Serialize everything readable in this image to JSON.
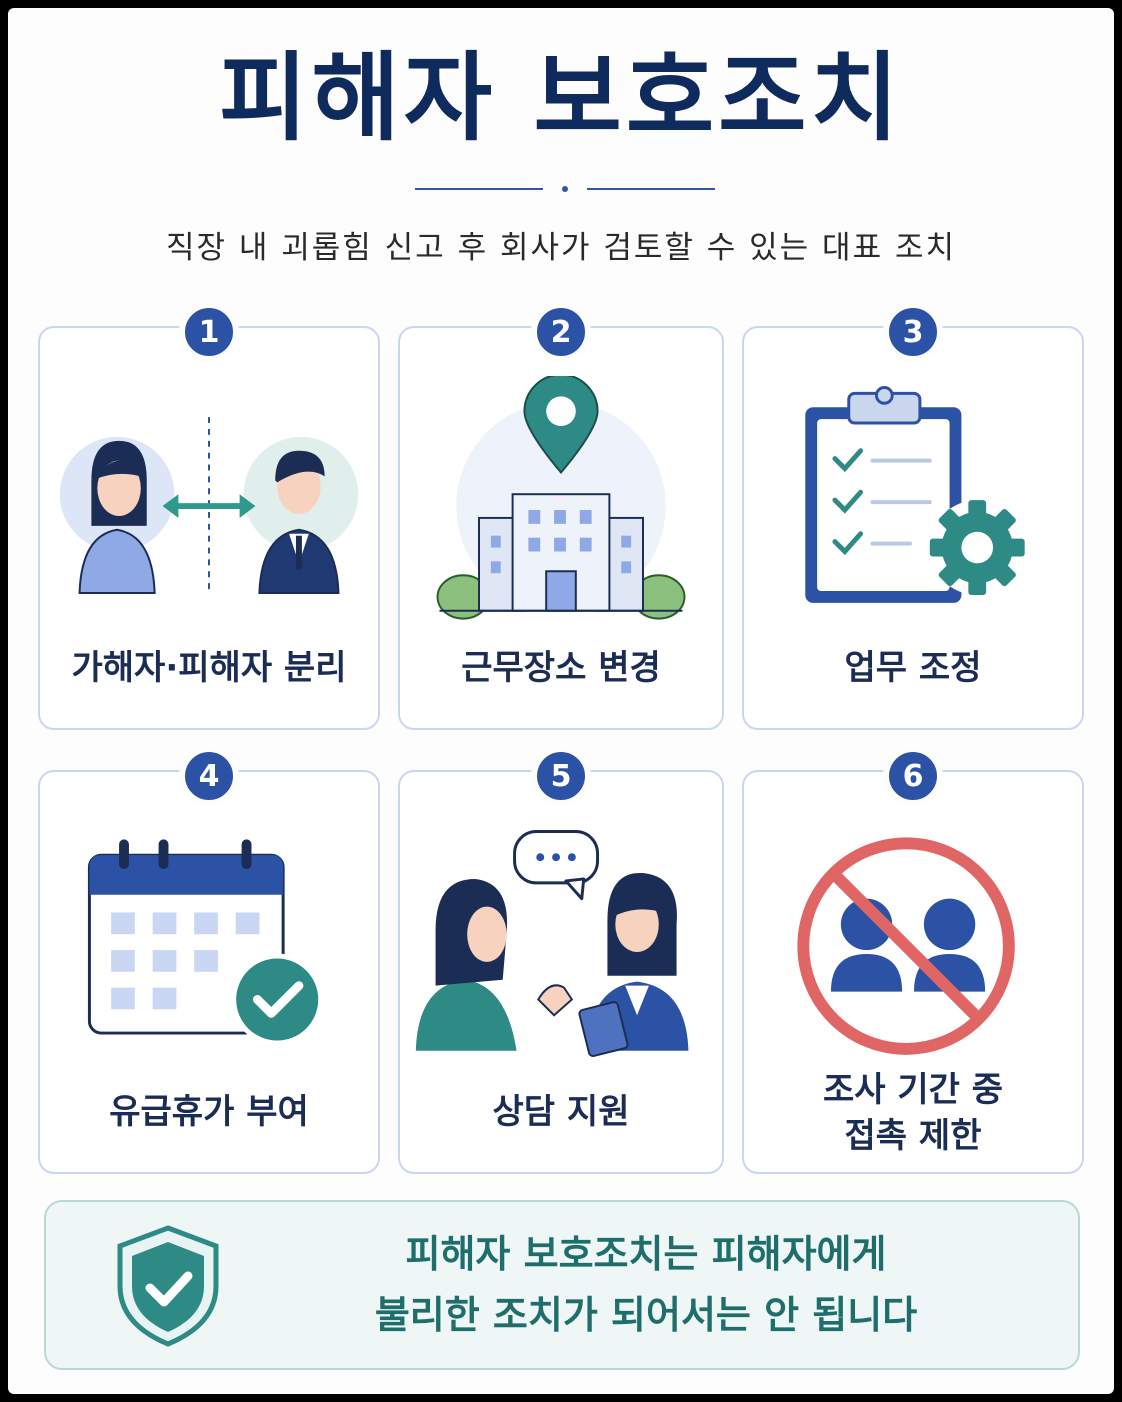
{
  "title": "피해자 보호조치",
  "subtitle": "직장 내 괴롭힘 신고 후 회사가 검토할 수 있는 대표 조치",
  "cards": [
    {
      "number": "1",
      "label": "가해자·피해자 분리",
      "icon": "separation-icon"
    },
    {
      "number": "2",
      "label": "근무장소 변경",
      "icon": "building-location-icon"
    },
    {
      "number": "3",
      "label": "업무 조정",
      "icon": "clipboard-gear-icon"
    },
    {
      "number": "4",
      "label": "유급휴가 부여",
      "icon": "calendar-check-icon"
    },
    {
      "number": "5",
      "label": "상담 지원",
      "icon": "counseling-icon"
    },
    {
      "number": "6",
      "label_line1": "조사 기간 중",
      "label_line2": "접촉 제한",
      "icon": "no-contact-icon"
    }
  ],
  "footer": {
    "line1": "피해자 보호조치는 피해자에게",
    "line2": "불리한 조치가 되어서는 안 됩니다",
    "icon": "shield-check-icon"
  },
  "colors": {
    "navy": "#0f2a5c",
    "badge_blue": "#2c52a6",
    "teal": "#2e8a84",
    "card_border": "#c9d6ee",
    "no_sign_red": "#e06666",
    "footer_text": "#1f6e6c"
  }
}
